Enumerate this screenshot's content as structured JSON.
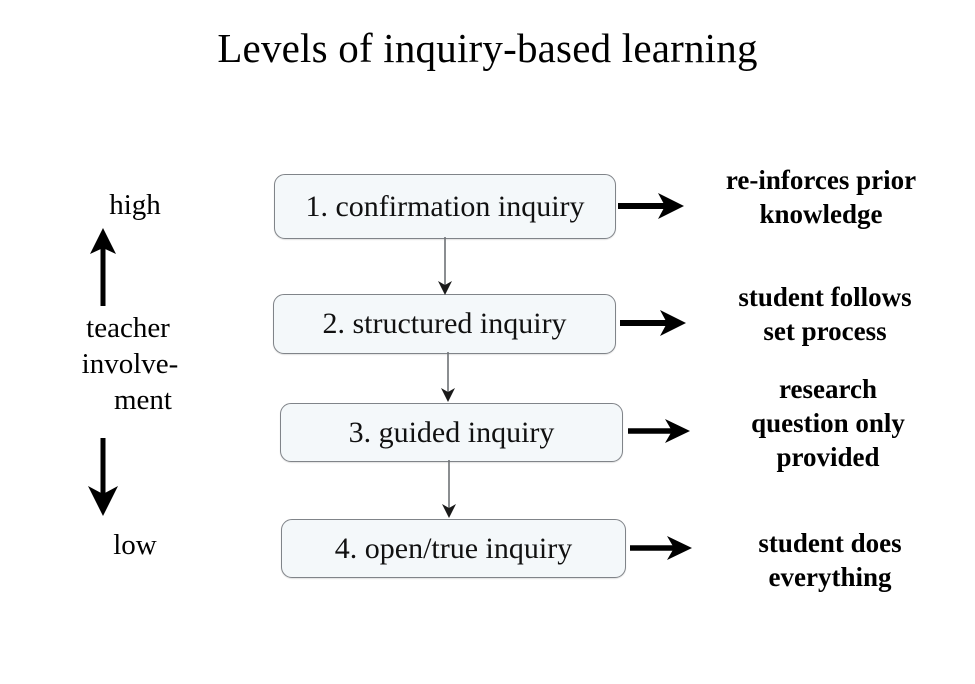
{
  "slide": {
    "title": "Levels of inquiry-based learning",
    "background_color": "#ffffff"
  },
  "axis": {
    "top_label": "high",
    "bottom_label": "low",
    "middle_label_lines": [
      "teacher",
      "involve-",
      "ment"
    ],
    "up_arrow_icon": "arrow-up-icon",
    "down_arrow_icon": "arrow-down-icon"
  },
  "flow": {
    "box_fill_color": "#f4f8fa",
    "box_border_color": "#808489",
    "connector_color": "#6e7276",
    "arrow_color": "#000000",
    "steps": [
      {
        "label": "1. confirmation inquiry",
        "outcome_lines": [
          "re-inforces prior",
          "knowledge"
        ]
      },
      {
        "label": "2. structured inquiry",
        "outcome_lines": [
          "student follows",
          "set process"
        ]
      },
      {
        "label": "3. guided inquiry",
        "outcome_lines": [
          "research",
          "question only",
          "provided"
        ]
      },
      {
        "label": "4. open/true inquiry",
        "outcome_lines": [
          "student does",
          "everything"
        ]
      }
    ]
  }
}
